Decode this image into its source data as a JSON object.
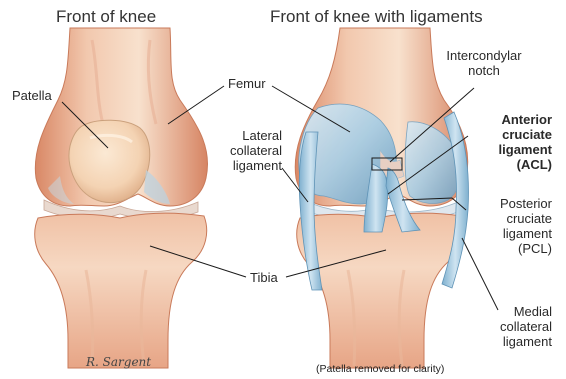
{
  "titles": {
    "left": "Front of knee",
    "right": "Front of knee with ligaments"
  },
  "labels": {
    "patella": "Patella",
    "femur": "Femur",
    "tibia": "Tibia",
    "lateral_collateral": [
      "Lateral",
      "collateral",
      "ligament"
    ],
    "intercondylar": [
      "Intercondylar",
      "notch"
    ],
    "acl": [
      "Anterior",
      "cruciate",
      "ligament",
      "(ACL)"
    ],
    "pcl": [
      "Posterior",
      "cruciate",
      "ligament",
      "(PCL)"
    ],
    "medial_collateral": [
      "Medial",
      "collateral",
      "ligament"
    ]
  },
  "note": "(Patella removed for clarity)",
  "signature": "R. Sargent",
  "colors": {
    "bone_light": "#f6dcc6",
    "bone_mid": "#e9a98c",
    "bone_dark": "#c8704f",
    "patella": "#f8ddbe",
    "ligament_light": "#cfe4f0",
    "ligament_mid": "#9ec6df",
    "ligament_dark": "#6ea3c4",
    "leader_line": "#1a1a1a"
  }
}
